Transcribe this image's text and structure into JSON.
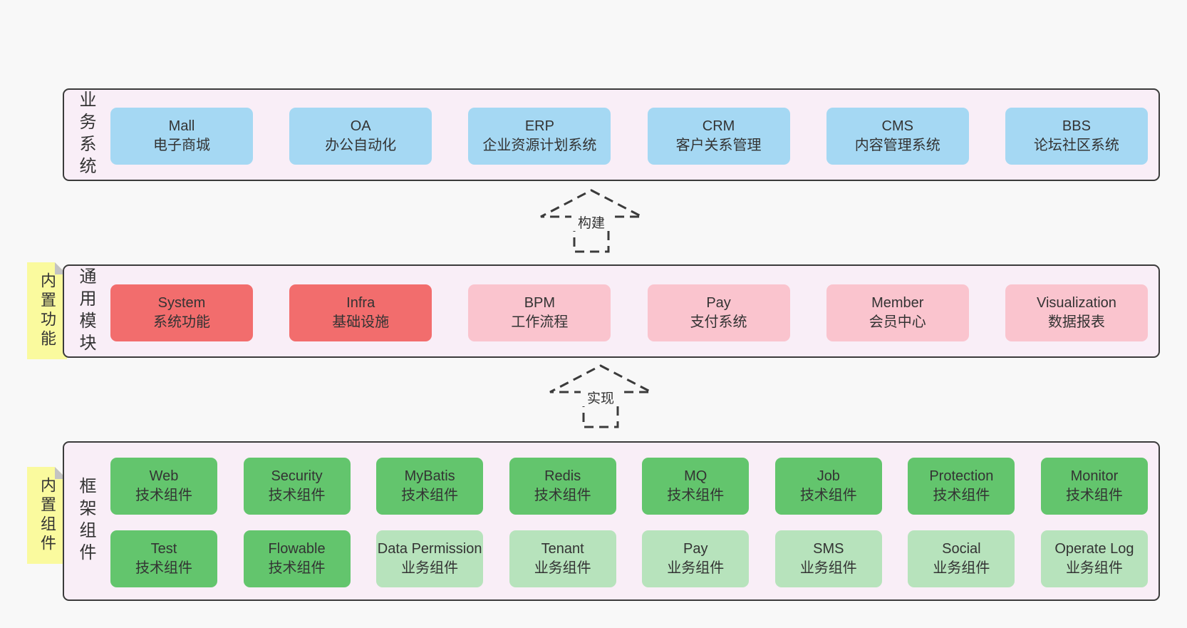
{
  "colors": {
    "page_bg": "#f8f8f8",
    "panel_bg": "#f9eef7",
    "panel_border": "#3b3b3b",
    "text": "#333333",
    "blue": "#a5d8f3",
    "red": "#f26d6d",
    "pink": "#fac4ce",
    "green": "#63c56d",
    "light_green": "#b7e3bc",
    "yellow": "#fafa9e",
    "fold_gray": "#c3c3c3"
  },
  "sticky_notes": [
    {
      "label": "内置功能"
    },
    {
      "label": "内置组件"
    }
  ],
  "arrows": [
    {
      "label": "构建"
    },
    {
      "label": "实现"
    }
  ],
  "bands": [
    {
      "label": "业务系统",
      "rows": [
        [
          {
            "name": "Mall",
            "subtitle": "电子商城",
            "color": "blue"
          },
          {
            "name": "OA",
            "subtitle": "办公自动化",
            "color": "blue"
          },
          {
            "name": "ERP",
            "subtitle": "企业资源计划系统",
            "color": "blue"
          },
          {
            "name": "CRM",
            "subtitle": "客户关系管理",
            "color": "blue"
          },
          {
            "name": "CMS",
            "subtitle": "内容管理系统",
            "color": "blue"
          },
          {
            "name": "BBS",
            "subtitle": "论坛社区系统",
            "color": "blue"
          }
        ]
      ]
    },
    {
      "label": "通用模块",
      "rows": [
        [
          {
            "name": "System",
            "subtitle": "系统功能",
            "color": "red"
          },
          {
            "name": "Infra",
            "subtitle": "基础设施",
            "color": "red"
          },
          {
            "name": "BPM",
            "subtitle": "工作流程",
            "color": "pink"
          },
          {
            "name": "Pay",
            "subtitle": "支付系统",
            "color": "pink"
          },
          {
            "name": "Member",
            "subtitle": "会员中心",
            "color": "pink"
          },
          {
            "name": "Visualization",
            "subtitle": "数据报表",
            "color": "pink"
          }
        ]
      ]
    },
    {
      "label": "框架组件",
      "rows": [
        [
          {
            "name": "Web",
            "subtitle": "技术组件",
            "color": "green"
          },
          {
            "name": "Security",
            "subtitle": "技术组件",
            "color": "green"
          },
          {
            "name": "MyBatis",
            "subtitle": "技术组件",
            "color": "green"
          },
          {
            "name": "Redis",
            "subtitle": "技术组件",
            "color": "green"
          },
          {
            "name": "MQ",
            "subtitle": "技术组件",
            "color": "green"
          },
          {
            "name": "Job",
            "subtitle": "技术组件",
            "color": "green"
          },
          {
            "name": "Protection",
            "subtitle": "技术组件",
            "color": "green"
          },
          {
            "name": "Monitor",
            "subtitle": "技术组件",
            "color": "green"
          }
        ],
        [
          {
            "name": "Test",
            "subtitle": "技术组件",
            "color": "green"
          },
          {
            "name": "Flowable",
            "subtitle": "技术组件",
            "color": "green"
          },
          {
            "name": "Data Permission",
            "subtitle": "业务组件",
            "color": "light_green"
          },
          {
            "name": "Tenant",
            "subtitle": "业务组件",
            "color": "light_green"
          },
          {
            "name": "Pay",
            "subtitle": "业务组件",
            "color": "light_green"
          },
          {
            "name": "SMS",
            "subtitle": "业务组件",
            "color": "light_green"
          },
          {
            "name": "Social",
            "subtitle": "业务组件",
            "color": "light_green"
          },
          {
            "name": "Operate Log",
            "subtitle": "业务组件",
            "color": "light_green"
          }
        ]
      ]
    }
  ]
}
